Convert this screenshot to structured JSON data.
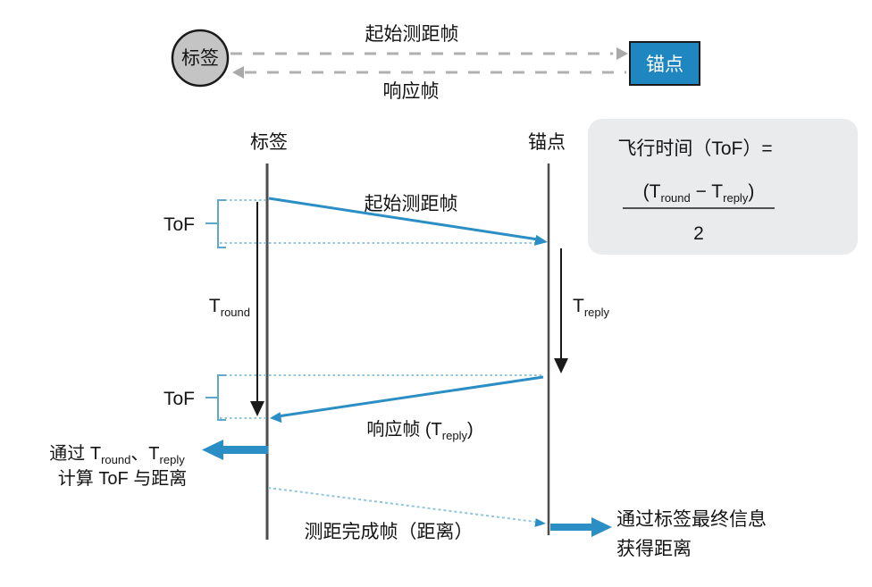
{
  "top": {
    "tag": "标签",
    "anchor": "锚点",
    "start_frame": "起始测距帧",
    "response_frame": "响应帧"
  },
  "formula": {
    "lhs": "飞行时间（ToF）=",
    "num_open": "(T",
    "num_sub1": "round",
    "num_mid": " − T",
    "num_sub2": "reply",
    "num_close": ")",
    "denominator": "2"
  },
  "seq": {
    "tag": "标签",
    "anchor": "锚点",
    "tof1": "ToF",
    "tof2": "ToF",
    "start_frame": "起始测距帧",
    "resp_prefix": "响应帧 (T",
    "resp_sub": "reply",
    "resp_suffix": ")",
    "t_round_base": "T",
    "t_round_sub": "round",
    "t_reply_base": "T",
    "t_reply_sub": "reply",
    "complete_frame": "测距完成帧（距离）"
  },
  "notes": {
    "left_a": "通过 T",
    "left_sub1": "round",
    "left_b": "、T",
    "left_sub2": "reply",
    "left_line2": "计算 ToF 与距离",
    "right_line1": "通过标签最终信息",
    "right_line2": "获得距离"
  },
  "colors": {
    "accent_blue": "#2b8fc6",
    "anchor_box_fill": "#1f86bf",
    "guide_dotted_blue": "#8fc6de",
    "bracket_blue": "#5fa8cc",
    "dash_gray": "#b0b0b0",
    "timeline_gray": "#4d4d4d",
    "formula_box_bg": "#e9ebed",
    "tag_circle_fill": "#c4c4c4"
  }
}
